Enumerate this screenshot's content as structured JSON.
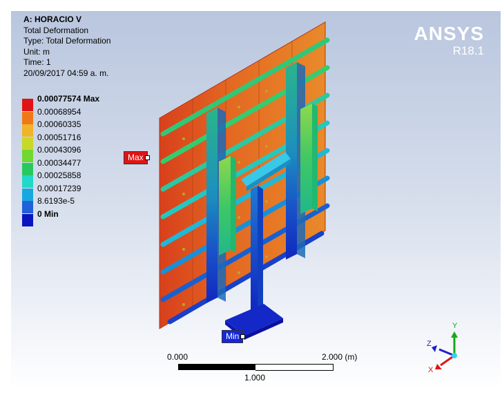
{
  "info": {
    "title": "A: HORACIO V",
    "lines": [
      "Total Deformation",
      "Type: Total Deformation",
      "Unit: m",
      "Time: 1",
      "20/09/2017 04:59 a. m."
    ]
  },
  "legend": {
    "entries": [
      {
        "label": "0.00077574 Max",
        "color": "#e01414",
        "bold": true
      },
      {
        "label": "0.00068954",
        "color": "#f07818",
        "bold": false
      },
      {
        "label": "0.00060335",
        "color": "#f0b428",
        "bold": false
      },
      {
        "label": "0.00051716",
        "color": "#c8d828",
        "bold": false
      },
      {
        "label": "0.00043096",
        "color": "#70d830",
        "bold": false
      },
      {
        "label": "0.00034477",
        "color": "#28c860",
        "bold": false
      },
      {
        "label": "0.00025858",
        "color": "#20d8c8",
        "bold": false
      },
      {
        "label": "0.00017239",
        "color": "#18a8e0",
        "bold": false
      },
      {
        "label": "8.6193e-5",
        "color": "#2060d8",
        "bold": false
      },
      {
        "label": "0 Min",
        "color": "#0a14c0",
        "bold": true
      }
    ]
  },
  "logo": {
    "brand": "ANSYS",
    "version": "R18.1"
  },
  "probes": {
    "max": "Max",
    "min": "Min"
  },
  "scale_bar": {
    "left": "0.000",
    "right": "2.000 (m)",
    "middle": "1.000"
  },
  "triad": {
    "x": "X",
    "y": "Y",
    "z": "Z"
  }
}
